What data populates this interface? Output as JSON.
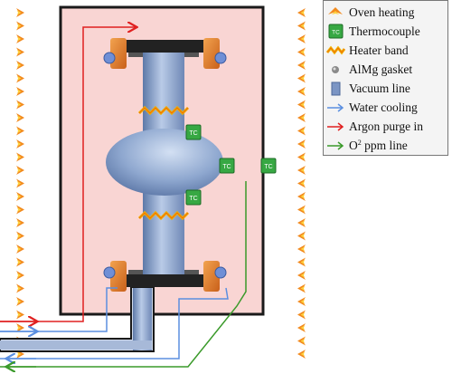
{
  "legend": {
    "items": [
      {
        "label": "Oven heating",
        "icon": "flame-icon",
        "color": "#f28a1e"
      },
      {
        "label": "Thermocouple",
        "icon": "thermocouple-icon",
        "color": "#2e9e3a"
      },
      {
        "label": "Heater band",
        "icon": "heater-band-icon",
        "color": "#f5c400"
      },
      {
        "label": "AlMg gasket",
        "icon": "gasket-icon",
        "color": "#888888"
      },
      {
        "label": "Vacuum line",
        "icon": "vacuum-line-icon",
        "color": "#7b95c4"
      },
      {
        "label": "Water cooling",
        "icon": "water-arrow-icon",
        "color": "#5b8fe0"
      },
      {
        "label": "Argon purge in",
        "icon": "argon-arrow-icon",
        "color": "#e02020"
      },
      {
        "label_main": "O",
        "label_sup": "2",
        "label_rest": " ppm line",
        "icon": "o2-arrow-icon",
        "color": "#3a9a2a"
      }
    ]
  },
  "thermocouple_tag": "TC",
  "colors": {
    "oven_fill": "#f9d5d3",
    "frame": "#1a1a1a",
    "vessel": "#8ba3cc",
    "clamp": "#e07d28",
    "bolt": "#6f8fd6"
  }
}
